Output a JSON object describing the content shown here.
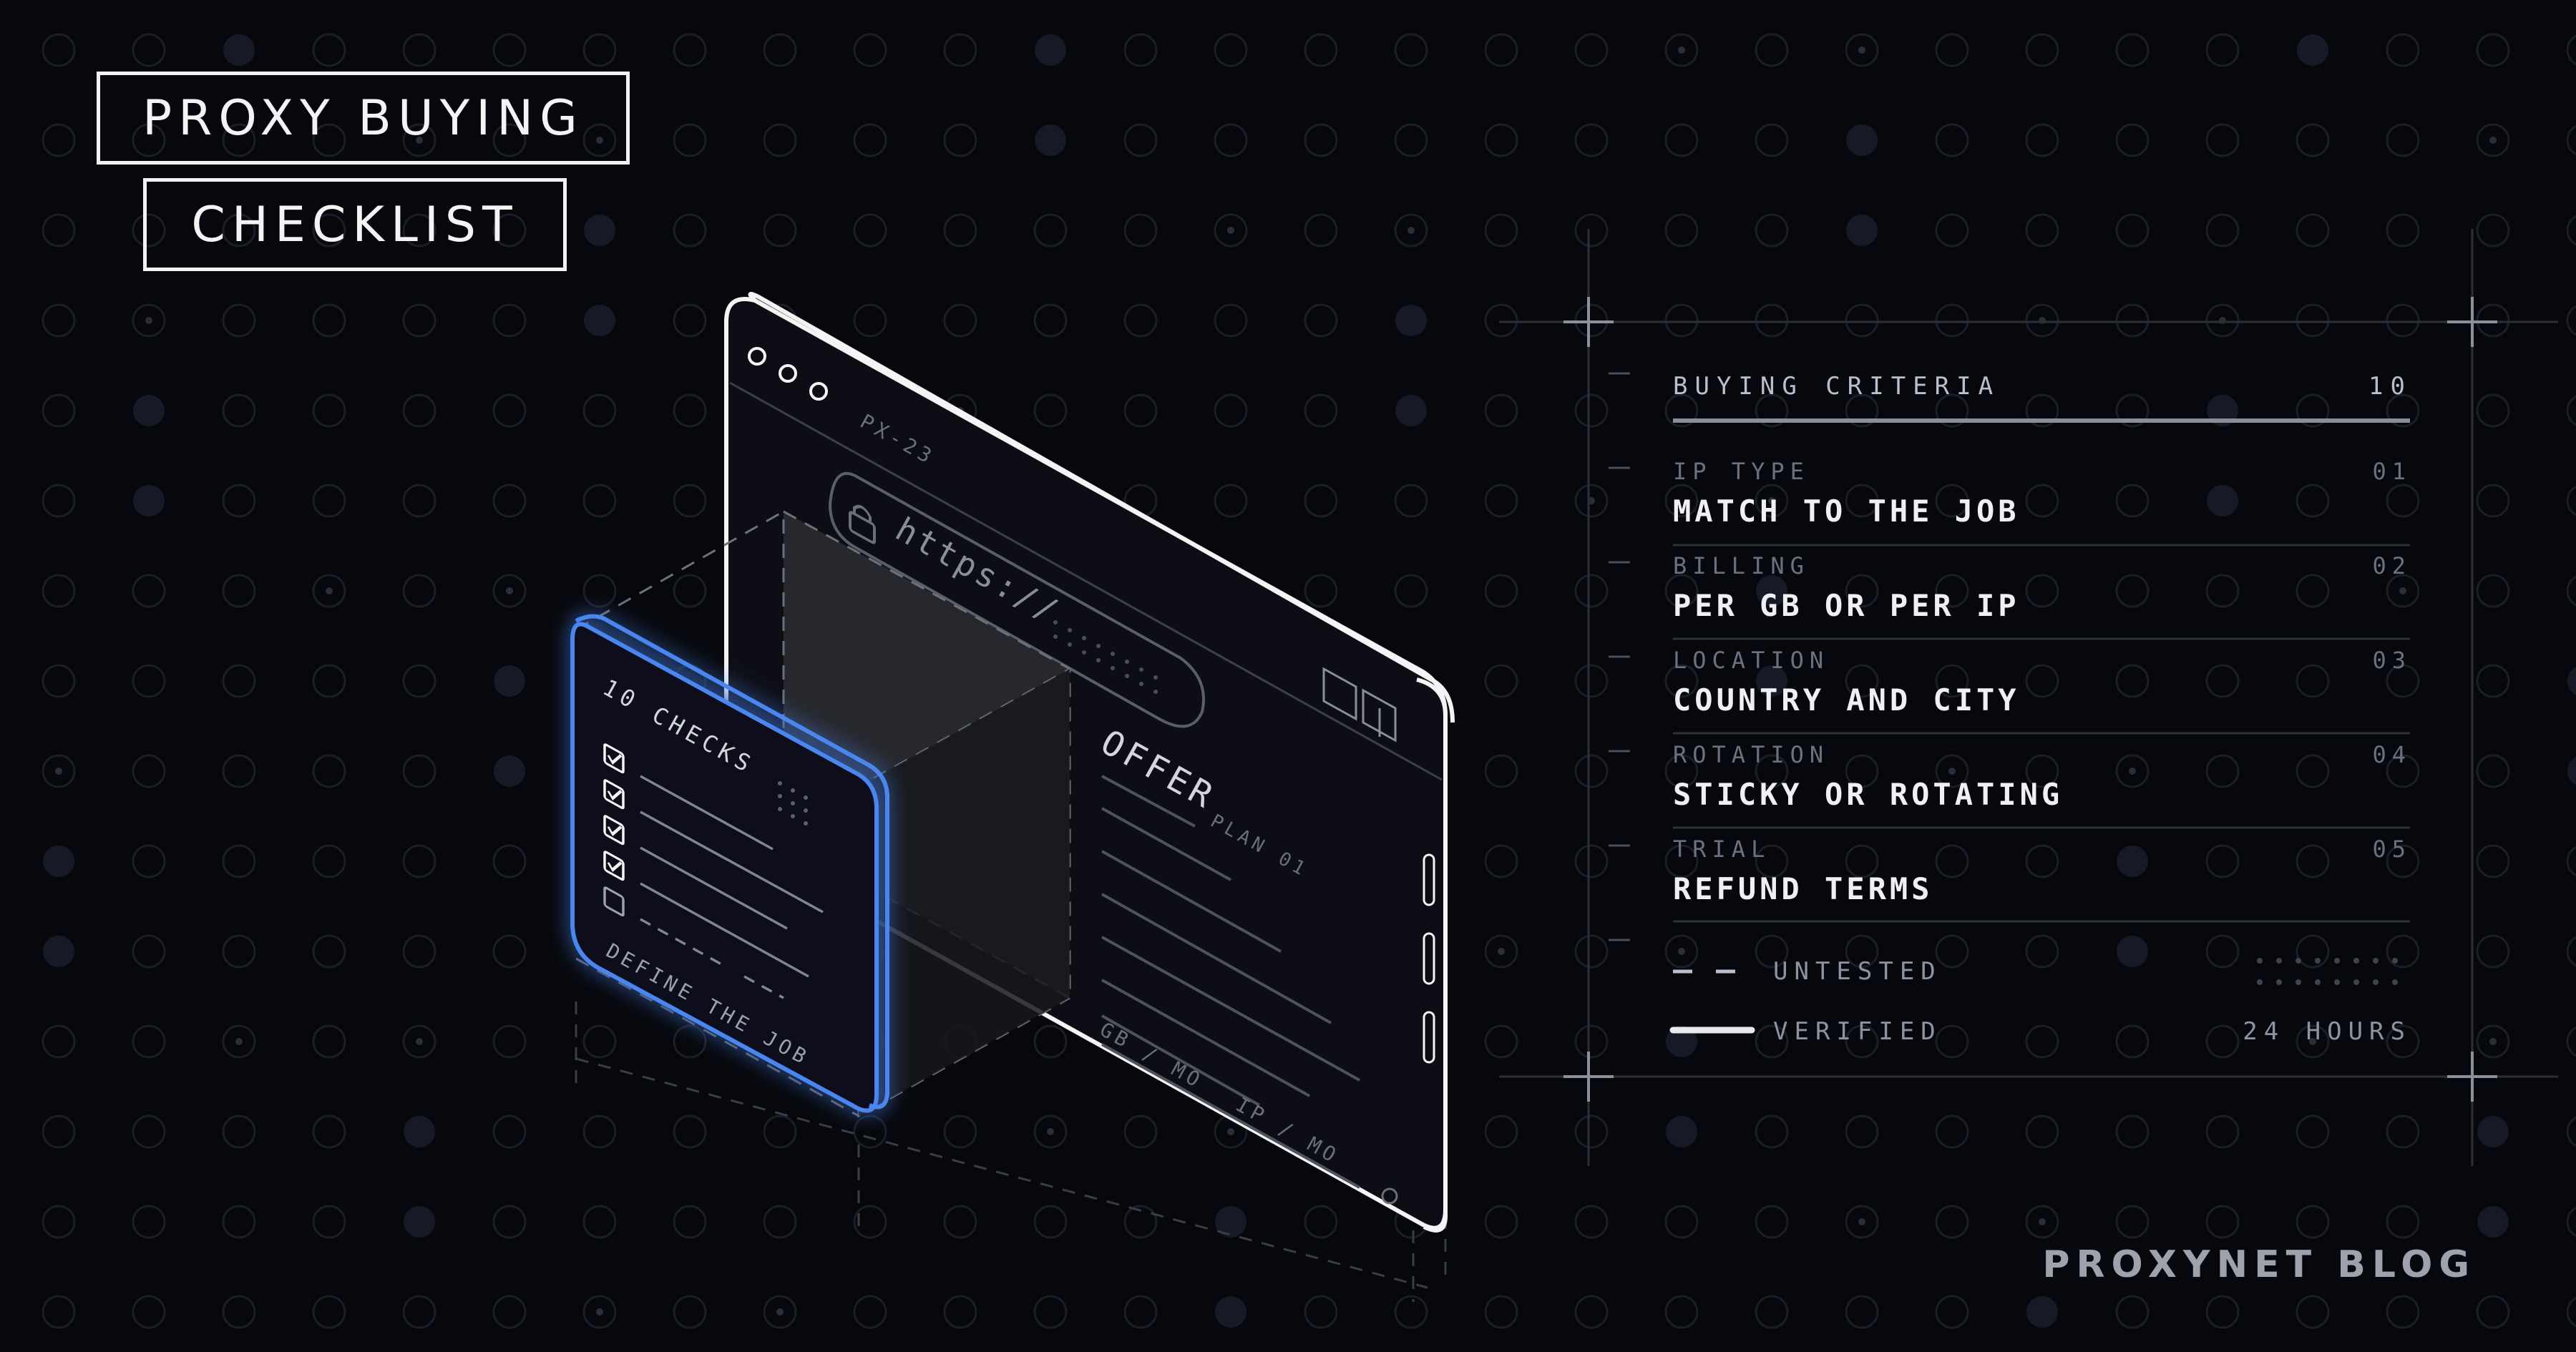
{
  "title": {
    "line1": "PROXY BUYING",
    "line2": "CHECKLIST"
  },
  "device": {
    "tag": "PX-23",
    "url": "https://",
    "offer_title": "OFFER",
    "offer_plan": "PLAN 01",
    "price_gb": "GB / MO",
    "price_ip": "IP / MO"
  },
  "card": {
    "title": "10 CHECKS",
    "footer": "DEFINE THE JOB",
    "checked_count": 4,
    "total_rows": 5
  },
  "criteria": {
    "title": "BUYING CRITERIA",
    "count": "10",
    "items": [
      {
        "category": "IP TYPE",
        "value": "MATCH TO THE JOB",
        "number": "01"
      },
      {
        "category": "BILLING",
        "value": "PER GB OR PER IP",
        "number": "02"
      },
      {
        "category": "LOCATION",
        "value": "COUNTRY AND CITY",
        "number": "03"
      },
      {
        "category": "ROTATION",
        "value": "STICKY OR ROTATING",
        "number": "04"
      },
      {
        "category": "TRIAL",
        "value": "REFUND TERMS",
        "number": "05"
      }
    ],
    "legend": [
      {
        "label": "UNTESTED",
        "style": "dashed"
      },
      {
        "label": "VERIFIED",
        "style": "solid",
        "note": "24 HOURS"
      }
    ]
  },
  "brand": "PROXYNET BLOG",
  "colors": {
    "background": "#07080d",
    "accent_blue": "#4a86f0",
    "line_white": "#f4f4f4",
    "muted": "#6c7180"
  }
}
